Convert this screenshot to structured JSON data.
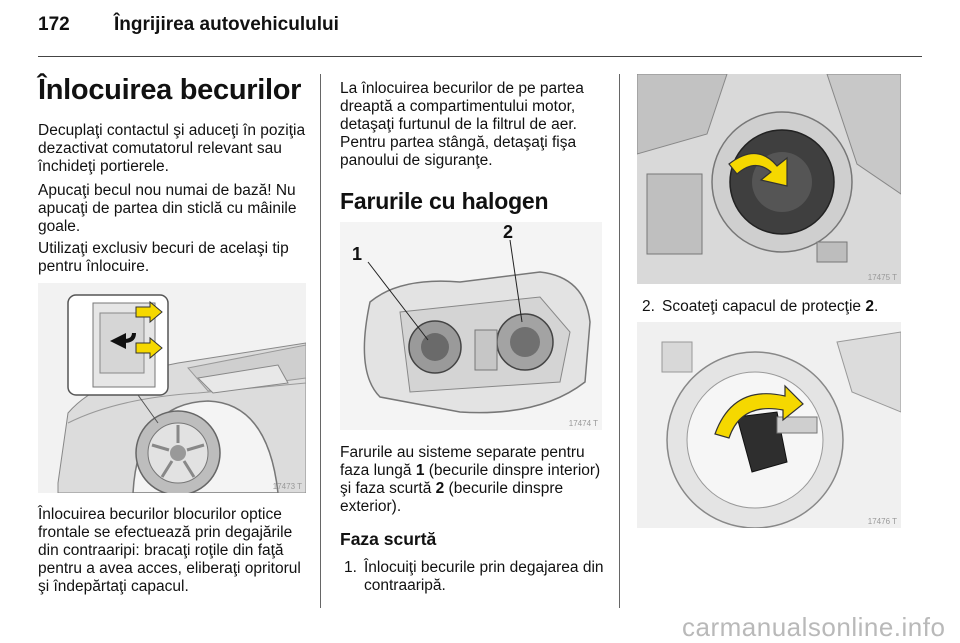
{
  "header": {
    "page_number": "172",
    "section_title": "Îngrijirea autovehiculului"
  },
  "left": {
    "heading": "Înlocuirea becurilor",
    "paragraphs": [
      "Decuplaţi contactul şi aduceţi în poziţia dezactivat comutatorul relevant sau închideţi portierele.",
      "Apucaţi becul nou numai de bază! Nu apucaţi de partea din sticlă cu mâinile goale.",
      "Utilizaţi exclusiv becuri de acelaşi tip pentru înlocuire."
    ],
    "figure_label": "17473 T",
    "caption": "Înlocuirea becurilor blocurilor optice frontale se efectuează prin degajările din contraaripi: bracaţi roţile din faţă pentru a avea acces, eliberaţi opritorul şi îndepărtaţi capacul."
  },
  "middle": {
    "intro": "La înlocuirea becurilor de pe partea dreaptă a compartimentului motor, detaşaţi furtunul de la filtrul de aer. Pentru partea stângă, detaşaţi fişa panoului de siguranţe.",
    "heading": "Farurile cu halogen",
    "figure_callout_1": "1",
    "figure_callout_2": "2",
    "figure_label": "17474 T",
    "desc_a": "Farurile au sisteme separate pentru faza lungă ",
    "desc_b1": "1",
    "desc_c": " (becurile dinspre interior) şi faza scurtă ",
    "desc_b2": "2",
    "desc_d": " (becurile dinspre exterior).",
    "subheading": "Faza scurtă",
    "step1_num": "1.",
    "step1_text": "Înlocuiţi becurile prin degajarea din contraaripă."
  },
  "right": {
    "figure1_label": "17475 T",
    "step2_num": "2.",
    "step2_text_a": "Scoateţi capacul de protecţie ",
    "step2_bold": "2",
    "step2_text_b": ".",
    "figure2_label": "17476 T"
  },
  "watermark": "carmanualsonline.info",
  "colors": {
    "accent_arrow": "#f5d800",
    "text": "#111111",
    "figure_bg": "#f2f2f2"
  }
}
